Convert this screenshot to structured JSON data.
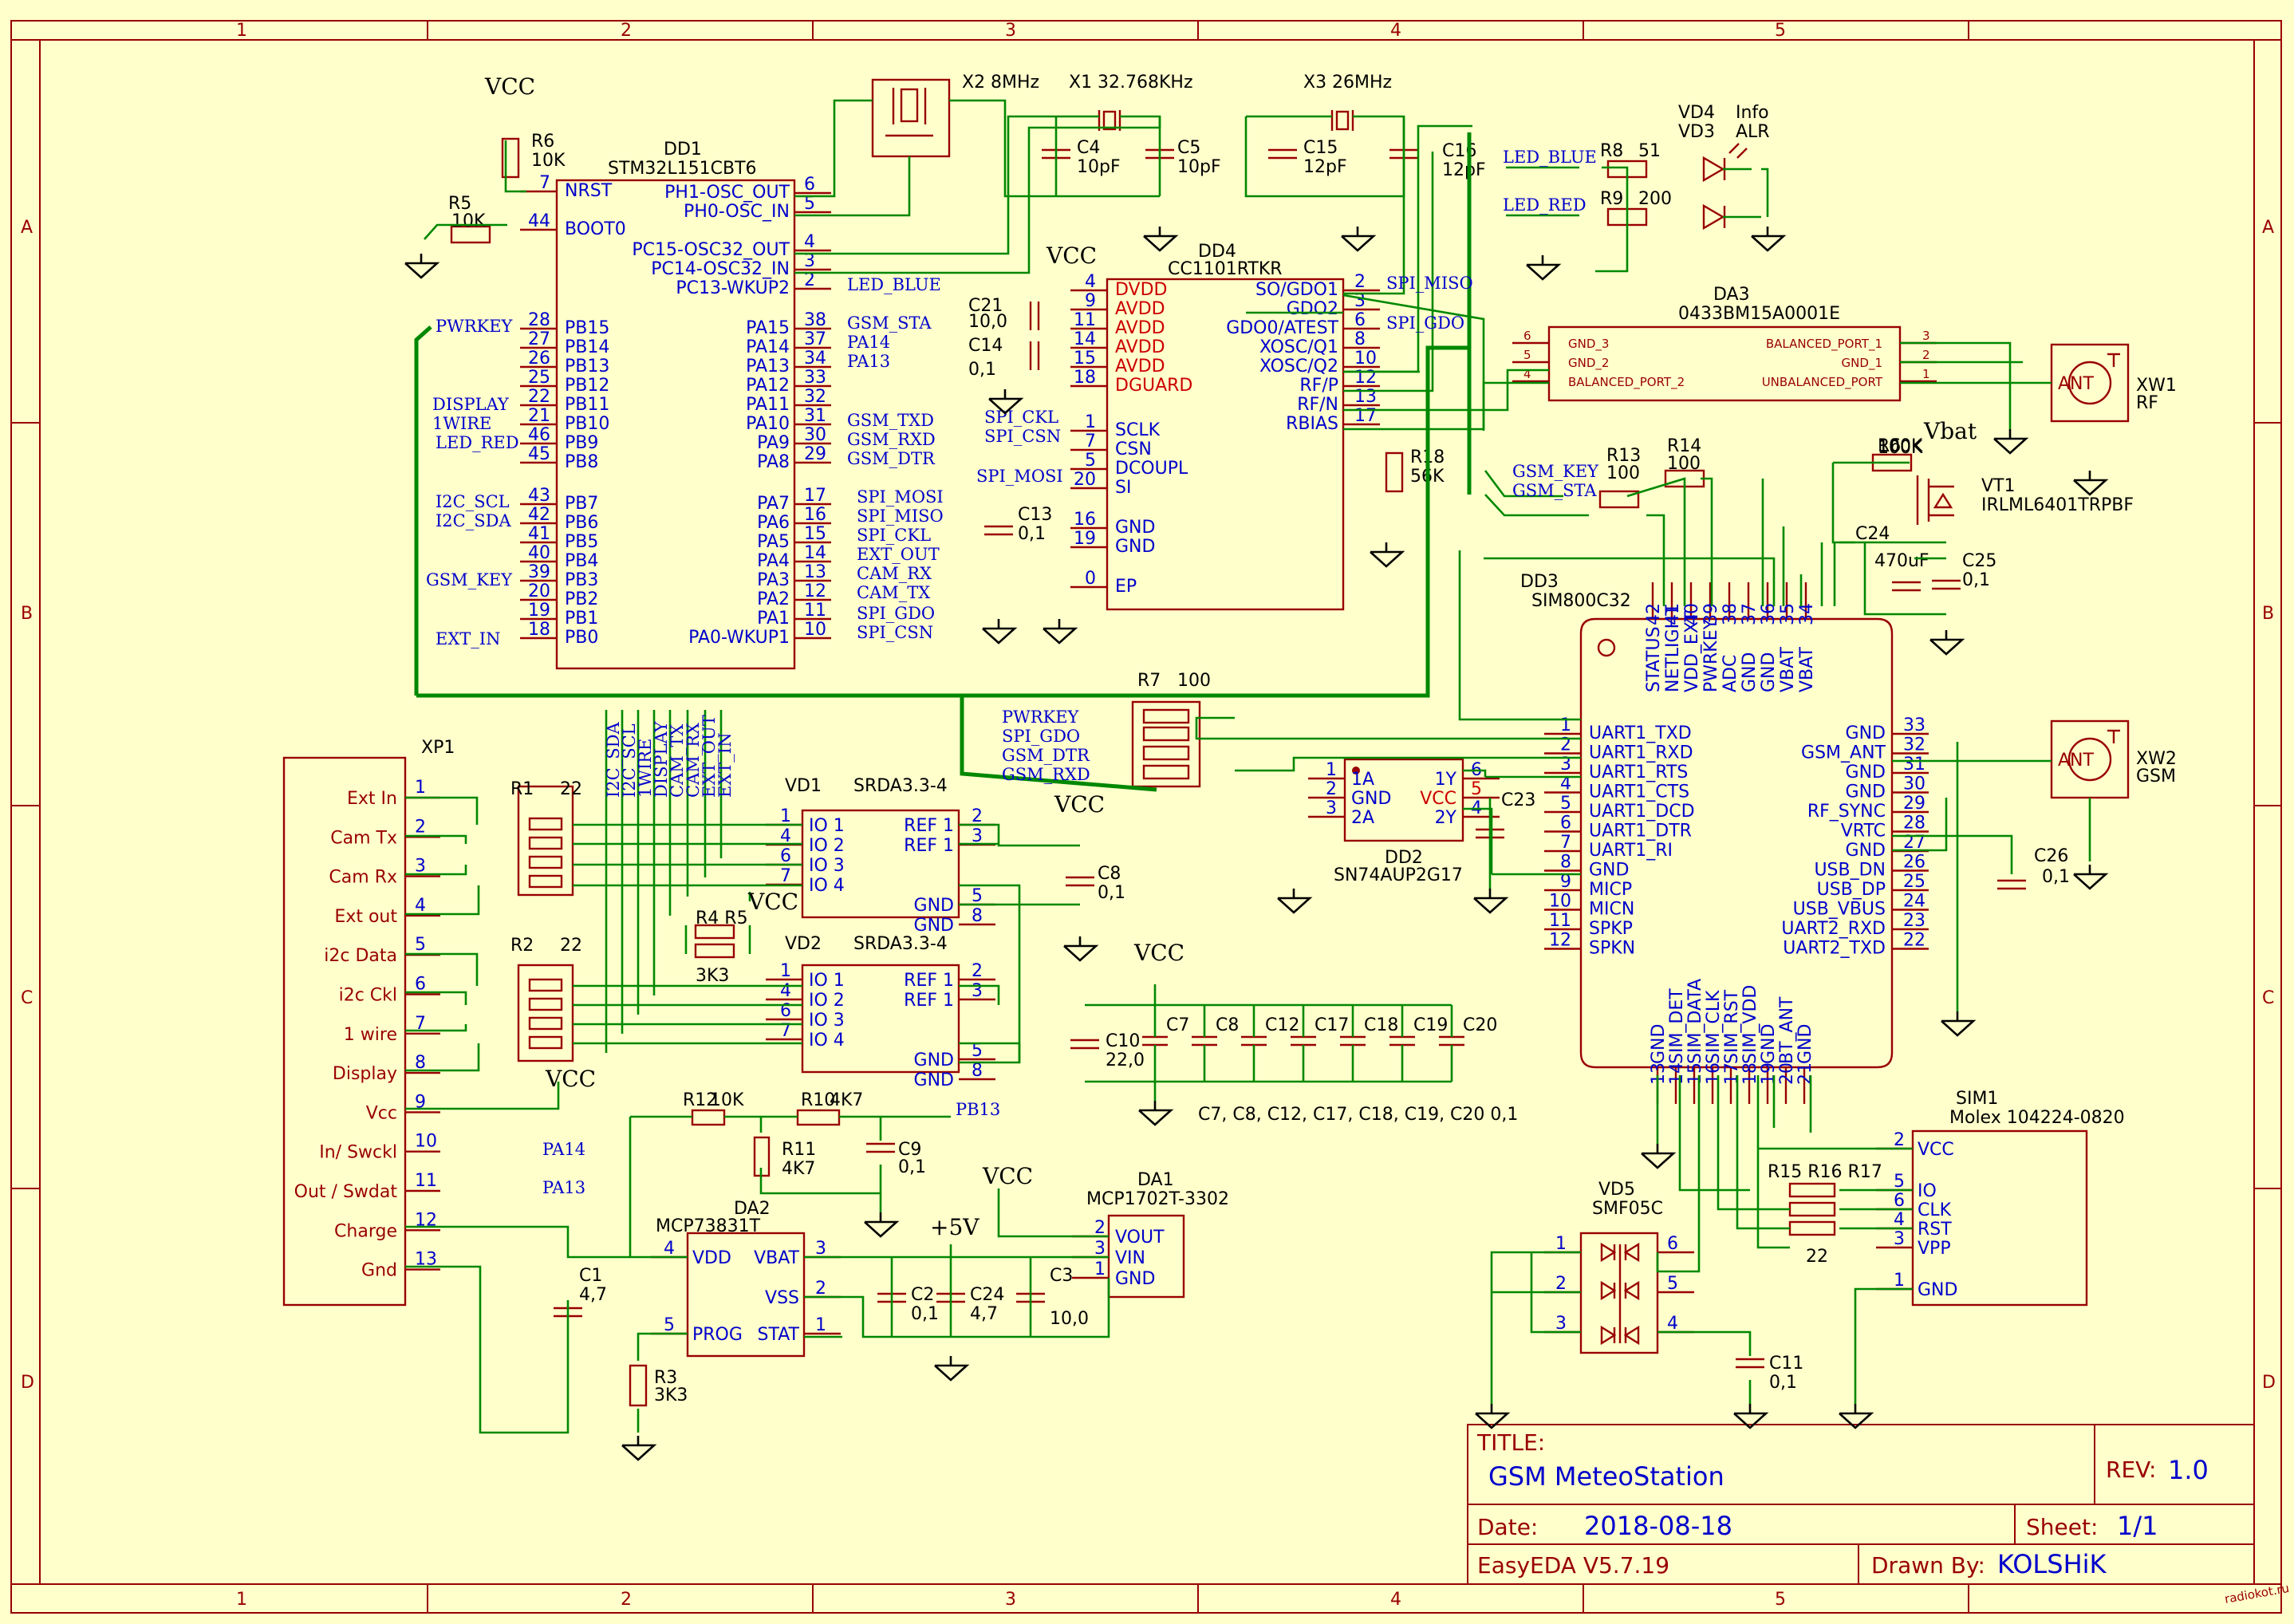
{
  "title_block": {
    "title_label": "TITLE:",
    "title": "GSM MeteoStation",
    "rev_label": "REV:",
    "rev": "1.0",
    "date_label": "Date:",
    "date": "2018-08-18",
    "sheet_label": "Sheet:",
    "sheet": "1/1",
    "tool": "EasyEDA V5.7.19",
    "drawn_label": "Drawn By:",
    "drawn": "KOLSHiK",
    "watermark": "radiokot.ru"
  },
  "frame": {
    "cols": [
      "1",
      "2",
      "3",
      "4",
      "5"
    ],
    "rows": [
      "A",
      "B",
      "C",
      "D"
    ]
  },
  "mcu": {
    "ref": "DD1",
    "part": "STM32L151CBT6",
    "left_pins": [
      {
        "num": "7",
        "name": "NRST"
      },
      {
        "num": "44",
        "name": "BOOT0"
      },
      {
        "num": "28",
        "name": "PB15"
      },
      {
        "num": "27",
        "name": "PB14"
      },
      {
        "num": "26",
        "name": "PB13"
      },
      {
        "num": "25",
        "name": "PB12"
      },
      {
        "num": "22",
        "name": "PB11"
      },
      {
        "num": "21",
        "name": "PB10"
      },
      {
        "num": "46",
        "name": "PB9"
      },
      {
        "num": "45",
        "name": "PB8"
      },
      {
        "num": "43",
        "name": "PB7"
      },
      {
        "num": "42",
        "name": "PB6"
      },
      {
        "num": "41",
        "name": "PB5"
      },
      {
        "num": "40",
        "name": "PB4"
      },
      {
        "num": "39",
        "name": "PB3"
      },
      {
        "num": "20",
        "name": "PB2"
      },
      {
        "num": "19",
        "name": "PB1"
      },
      {
        "num": "18",
        "name": "PB0"
      }
    ],
    "right_pins": [
      {
        "num": "6",
        "name": "PH1-OSC_OUT"
      },
      {
        "num": "5",
        "name": "PH0-OSC_IN"
      },
      {
        "num": "4",
        "name": "PC15-OSC32_OUT"
      },
      {
        "num": "3",
        "name": "PC14-OSC32_IN"
      },
      {
        "num": "2",
        "name": "PC13-WKUP2"
      },
      {
        "num": "38",
        "name": "PA15"
      },
      {
        "num": "37",
        "name": "PA14"
      },
      {
        "num": "34",
        "name": "PA13"
      },
      {
        "num": "33",
        "name": "PA12"
      },
      {
        "num": "32",
        "name": "PA11"
      },
      {
        "num": "31",
        "name": "PA10"
      },
      {
        "num": "30",
        "name": "PA9"
      },
      {
        "num": "29",
        "name": "PA8"
      },
      {
        "num": "17",
        "name": "PA7"
      },
      {
        "num": "16",
        "name": "PA6"
      },
      {
        "num": "15",
        "name": "PA5"
      },
      {
        "num": "14",
        "name": "PA4"
      },
      {
        "num": "13",
        "name": "PA3"
      },
      {
        "num": "12",
        "name": "PA2"
      },
      {
        "num": "11",
        "name": "PA1"
      },
      {
        "num": "10",
        "name": "PA0-WKUP1"
      }
    ],
    "left_nets": [
      "PWRKEY",
      "DISPLAY",
      "1WIRE",
      "LED_RED",
      "I2C_SCL",
      "I2C_SDA",
      "GSM_KEY",
      "EXT_IN"
    ],
    "right_nets": [
      "LED_BLUE",
      "GSM_STA",
      "PA14",
      "PA13",
      "GSM_TXD",
      "GSM_RXD",
      "GSM_DTR",
      "SPI_MOSI",
      "SPI_MISO",
      "SPI_CKL",
      "EXT_OUT",
      "CAM_RX",
      "CAM_TX",
      "SPI_GDO",
      "SPI_CSN"
    ]
  },
  "rf": {
    "ref": "DD4",
    "part": "CC1101RTKR",
    "left_pins": [
      {
        "num": "4",
        "name": "DVDD"
      },
      {
        "num": "9",
        "name": "AVDD"
      },
      {
        "num": "11",
        "name": "AVDD"
      },
      {
        "num": "14",
        "name": "AVDD"
      },
      {
        "num": "15",
        "name": "AVDD"
      },
      {
        "num": "18",
        "name": "DGUARD"
      },
      {
        "num": "1",
        "name": "SCLK"
      },
      {
        "num": "7",
        "name": "CSN"
      },
      {
        "num": "5",
        "name": "DCOUPL"
      },
      {
        "num": "20",
        "name": "SI"
      },
      {
        "num": "16",
        "name": "GND"
      },
      {
        "num": "19",
        "name": "GND"
      },
      {
        "num": "0",
        "name": "EP"
      }
    ],
    "right_pins": [
      {
        "num": "2",
        "name": "SO/GDO1"
      },
      {
        "num": "3",
        "name": "GDO2"
      },
      {
        "num": "6",
        "name": "GDO0/ATEST"
      },
      {
        "num": "8",
        "name": "XOSC/Q1"
      },
      {
        "num": "10",
        "name": "XOSC/Q2"
      },
      {
        "num": "12",
        "name": "RF/P"
      },
      {
        "num": "13",
        "name": "RF/N"
      },
      {
        "num": "17",
        "name": "RBIAS"
      }
    ],
    "nets": [
      "SPI_CKL",
      "SPI_CSN",
      "SPI_MOSI",
      "SPI_MISO",
      "SPI_GDO"
    ]
  },
  "gsm": {
    "ref": "DD3",
    "part": "SIM800C32",
    "top_pins": [
      {
        "num": "42",
        "name": "STATUS"
      },
      {
        "num": "41",
        "name": "NETLIGHT"
      },
      {
        "num": "40",
        "name": "VDD_EXT"
      },
      {
        "num": "39",
        "name": "PWRKEY"
      },
      {
        "num": "38",
        "name": "ADC"
      },
      {
        "num": "37",
        "name": "GND"
      },
      {
        "num": "36",
        "name": "GND"
      },
      {
        "num": "35",
        "name": "VBAT"
      },
      {
        "num": "34",
        "name": "VBAT"
      }
    ],
    "left_pins": [
      {
        "num": "1",
        "name": "UART1_TXD"
      },
      {
        "num": "2",
        "name": "UART1_RXD"
      },
      {
        "num": "3",
        "name": "UART1_RTS"
      },
      {
        "num": "4",
        "name": "UART1_CTS"
      },
      {
        "num": "5",
        "name": "UART1_DCD"
      },
      {
        "num": "6",
        "name": "UART1_DTR"
      },
      {
        "num": "7",
        "name": "UART1_RI"
      },
      {
        "num": "8",
        "name": "GND"
      },
      {
        "num": "9",
        "name": "MICP"
      },
      {
        "num": "10",
        "name": "MICN"
      },
      {
        "num": "11",
        "name": "SPKP"
      },
      {
        "num": "12",
        "name": "SPKN"
      }
    ],
    "right_pins": [
      {
        "num": "33",
        "name": "GND"
      },
      {
        "num": "32",
        "name": "GSM_ANT"
      },
      {
        "num": "31",
        "name": "GND"
      },
      {
        "num": "30",
        "name": "GND"
      },
      {
        "num": "29",
        "name": "RF_SYNC"
      },
      {
        "num": "28",
        "name": "VRTC"
      },
      {
        "num": "27",
        "name": "GND"
      },
      {
        "num": "26",
        "name": "USB_DN"
      },
      {
        "num": "25",
        "name": "USB_DP"
      },
      {
        "num": "24",
        "name": "USB_VBUS"
      },
      {
        "num": "23",
        "name": "UART2_RXD"
      },
      {
        "num": "22",
        "name": "UART2_TXD"
      }
    ],
    "bottom_pins": [
      {
        "num": "13",
        "name": "GND"
      },
      {
        "num": "14",
        "name": "SIM_DET"
      },
      {
        "num": "15",
        "name": "SIM_DATA"
      },
      {
        "num": "16",
        "name": "SIM_CLK"
      },
      {
        "num": "17",
        "name": "SIM_RST"
      },
      {
        "num": "18",
        "name": "SIM_VDD"
      },
      {
        "num": "19",
        "name": "GND"
      },
      {
        "num": "20",
        "name": "BT_ANT"
      },
      {
        "num": "21",
        "name": "GND"
      }
    ],
    "nets": [
      "GSM_KEY",
      "GSM_STA"
    ]
  },
  "balun": {
    "ref": "DA3",
    "part": "0433BM15A0001E",
    "left": [
      {
        "num": "6",
        "name": "GND_3"
      },
      {
        "num": "5",
        "name": "GND_2"
      },
      {
        "num": "4",
        "name": "BALANCED_PORT_2"
      }
    ],
    "right": [
      {
        "num": "3",
        "name": "BALANCED_PORT_1"
      },
      {
        "num": "2",
        "name": "GND_1"
      },
      {
        "num": "1",
        "name": "UNBALANCED_PORT"
      }
    ]
  },
  "antennas": [
    {
      "ref": "XW1",
      "type": "RF",
      "mark": "ANT"
    },
    {
      "ref": "XW2",
      "type": "GSM",
      "mark": "ANT"
    }
  ],
  "xp1": {
    "ref": "XP1",
    "pins": [
      {
        "num": "1",
        "name": "Ext In"
      },
      {
        "num": "2",
        "name": "Cam Tx"
      },
      {
        "num": "3",
        "name": "Cam Rx"
      },
      {
        "num": "4",
        "name": "Ext out"
      },
      {
        "num": "5",
        "name": "i2c Data"
      },
      {
        "num": "6",
        "name": "i2c Ckl"
      },
      {
        "num": "7",
        "name": "1 wire"
      },
      {
        "num": "8",
        "name": "Display"
      },
      {
        "num": "9",
        "name": "Vcc"
      },
      {
        "num": "10",
        "name": "In/ Swckl"
      },
      {
        "num": "11",
        "name": "Out / Swdat"
      },
      {
        "num": "12",
        "name": "Charge"
      },
      {
        "num": "13",
        "name": "Gnd"
      }
    ],
    "nets": [
      "PA14",
      "PA13"
    ]
  },
  "bus_labels": [
    "I2C_SDA",
    "I2C_SCL",
    "1WIRE",
    "DISPLAY",
    "CAM_TX",
    "CAM_RX",
    "EXT_OUT",
    "EXT_IN"
  ],
  "tvs": [
    {
      "ref": "VD1",
      "part": "SRDA3.3-4",
      "io": [
        {
          "num": "1",
          "name": "IO 1"
        },
        {
          "num": "4",
          "name": "IO 2"
        },
        {
          "num": "6",
          "name": "IO 3"
        },
        {
          "num": "7",
          "name": "IO 4"
        }
      ],
      "refs": [
        {
          "num": "2",
          "name": "REF 1"
        },
        {
          "num": "3",
          "name": "REF 1"
        },
        {
          "num": "5",
          "name": "GND"
        },
        {
          "num": "8",
          "name": "GND"
        }
      ]
    },
    {
      "ref": "VD2",
      "part": "SRDA3.3-4",
      "io": [
        {
          "num": "1",
          "name": "IO 1"
        },
        {
          "num": "4",
          "name": "IO 2"
        },
        {
          "num": "6",
          "name": "IO 3"
        },
        {
          "num": "7",
          "name": "IO 4"
        }
      ],
      "refs": [
        {
          "num": "2",
          "name": "REF 1"
        },
        {
          "num": "3",
          "name": "REF 1"
        },
        {
          "num": "5",
          "name": "GND"
        },
        {
          "num": "8",
          "name": "GND"
        }
      ]
    }
  ],
  "charger": {
    "ref": "DA2",
    "part": "MCP73831T",
    "pins": [
      {
        "num": "4",
        "name": "VDD"
      },
      {
        "num": "3",
        "name": "VBAT"
      },
      {
        "num": "2",
        "name": "VSS"
      },
      {
        "num": "5",
        "name": "PROG"
      },
      {
        "num": "1",
        "name": "STAT"
      }
    ]
  },
  "ldo": {
    "ref": "DA1",
    "part": "MCP1702T-3302",
    "pins": [
      {
        "num": "2",
        "name": "VOUT"
      },
      {
        "num": "3",
        "name": "VIN"
      },
      {
        "num": "1",
        "name": "GND"
      }
    ]
  },
  "logic": {
    "ref": "DD2",
    "part": "SN74AUP2G17",
    "pins": [
      {
        "num": "1",
        "name": "1A"
      },
      {
        "num": "2",
        "name": "GND"
      },
      {
        "num": "3",
        "name": "2A"
      },
      {
        "num": "6",
        "name": "1Y"
      },
      {
        "num": "5",
        "name": "VCC"
      },
      {
        "num": "4",
        "name": "2Y"
      }
    ]
  },
  "sim": {
    "ref": "SIM1",
    "part": "Molex 104224-0820",
    "pins": [
      {
        "num": "2",
        "name": "VCC"
      },
      {
        "num": "5",
        "name": "IO"
      },
      {
        "num": "6",
        "name": "CLK"
      },
      {
        "num": "4",
        "name": "RST"
      },
      {
        "num": "3",
        "name": "VPP"
      },
      {
        "num": "1",
        "name": "GND"
      }
    ]
  },
  "esd": {
    "ref": "VD5",
    "part": "SMF05C",
    "pins": [
      "1",
      "2",
      "3",
      "6",
      "5",
      "4"
    ]
  },
  "transistor": {
    "ref": "VT1",
    "part": "IRLML6401TRPBF"
  },
  "leds": [
    {
      "ref": "VD4",
      "name": "Info"
    },
    {
      "ref": "VD3",
      "name": "ALR"
    }
  ],
  "led_nets": [
    "LED_BLUE",
    "LED_RED"
  ],
  "crystals": [
    {
      "ref": "X2",
      "value": "8MHz"
    },
    {
      "ref": "X1",
      "value": "32.768KHz"
    },
    {
      "ref": "X3",
      "value": "26MHz"
    }
  ],
  "passives": {
    "R6": {
      "ref": "R6",
      "value": "10K"
    },
    "R5": {
      "ref": "R5",
      "value": "10K"
    },
    "C4": {
      "ref": "C4",
      "value": "10pF"
    },
    "C5": {
      "ref": "C5",
      "value": "10pF"
    },
    "C15": {
      "ref": "C15",
      "value": "12pF"
    },
    "C16": {
      "ref": "C16",
      "value": "12pF"
    },
    "R8": {
      "ref": "R8",
      "value": "51"
    },
    "R9": {
      "ref": "R9",
      "value": "200"
    },
    "C21": {
      "ref": "C21",
      "value": "10,0"
    },
    "C14": {
      "ref": "C14",
      "value": "0,1"
    },
    "C13": {
      "ref": "C13",
      "value": "0,1"
    },
    "R18": {
      "ref": "R18",
      "value": "56K"
    },
    "R13": {
      "ref": "R13",
      "value": "100"
    },
    "R14": {
      "ref": "R14",
      "value": "100"
    },
    "R6b": {
      "ref": "R6",
      "value": "100K"
    },
    "C24a": {
      "ref": "C24",
      "value": "470uF"
    },
    "C25": {
      "ref": "C25",
      "value": "0,1"
    },
    "R7": {
      "ref": "R7",
      "value": "100"
    },
    "C23": {
      "ref": "C23"
    },
    "C26": {
      "ref": "C26",
      "value": "0,1"
    },
    "R1": {
      "ref": "R1",
      "value": "22"
    },
    "R2": {
      "ref": "R2",
      "value": "22"
    },
    "R4R5": {
      "ref": "R4 R5",
      "value": "3K3"
    },
    "C8": {
      "ref": "C8",
      "value": "0,1"
    },
    "C10": {
      "ref": "C10",
      "value": "22,0"
    },
    "cap_row": [
      "C7",
      "C8",
      "C12",
      "C17",
      "C18",
      "C19",
      "C20"
    ],
    "cap_row_note": "C7, C8, C12, C17, C18, C19, C20 0,1",
    "R12": {
      "ref": "R12",
      "value": "10K"
    },
    "R10": {
      "ref": "R10",
      "value": "4K7"
    },
    "R11": {
      "ref": "R11",
      "value": "4K7"
    },
    "C9": {
      "ref": "C9",
      "value": "0,1"
    },
    "C1": {
      "ref": "C1",
      "value": "4,7"
    },
    "R3": {
      "ref": "R3",
      "value": "3K3"
    },
    "C2": {
      "ref": "C2",
      "value": "0,1"
    },
    "C24b": {
      "ref": "C24",
      "value": "4,7"
    },
    "C3": {
      "ref": "C3",
      "value": "10,0"
    },
    "R151617": {
      "ref": "R15 R16 R17",
      "value": "22"
    },
    "C11": {
      "ref": "C11",
      "value": "0,1"
    }
  },
  "power": {
    "vcc": "VCC",
    "p5v": "+5V",
    "vbat": "Vbat",
    "pb13": "PB13"
  },
  "r7_nets": [
    "PWRKEY",
    "SPI_GDO",
    "GSM_DTR",
    "GSM_RXD"
  ],
  "colors": {
    "background": "#FFFFCC",
    "symbol": "#990000",
    "wire": "#008800",
    "pin_text": "#0000CC"
  }
}
